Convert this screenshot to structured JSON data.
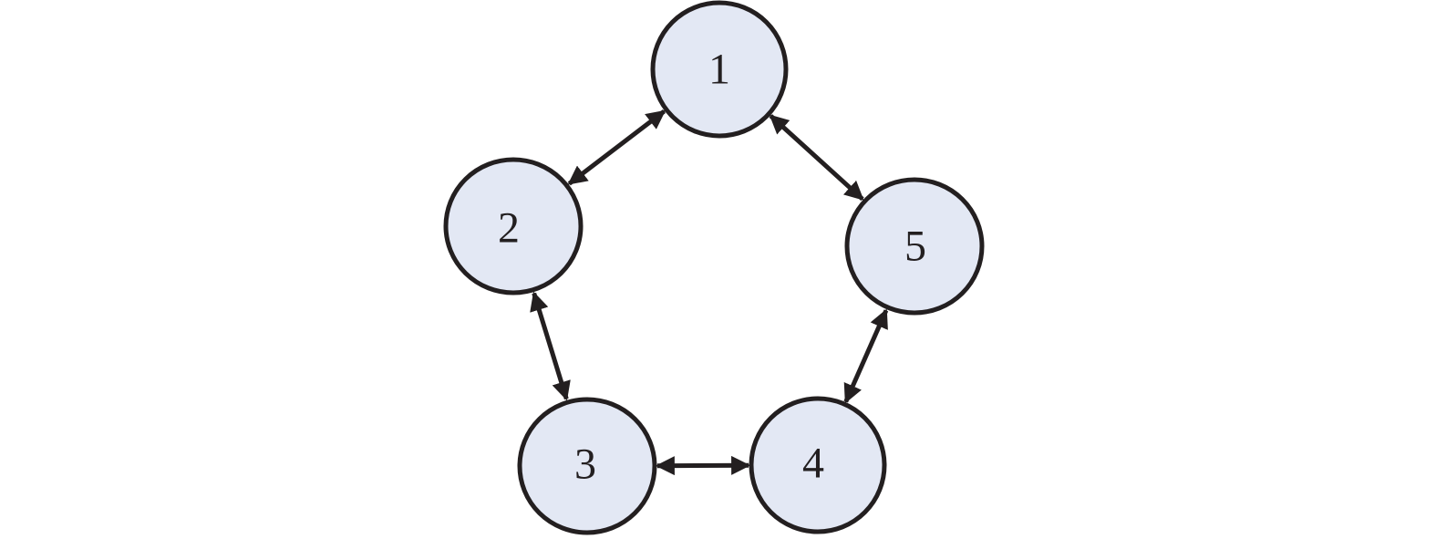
{
  "diagram": {
    "type": "directed-ring",
    "colors": {
      "node_fill": "#e3e8f4",
      "stroke": "#231f20"
    },
    "nodes": [
      {
        "id": "n1",
        "label": "1"
      },
      {
        "id": "n2",
        "label": "2"
      },
      {
        "id": "n3",
        "label": "3"
      },
      {
        "id": "n4",
        "label": "4"
      },
      {
        "id": "n5",
        "label": "5"
      }
    ],
    "edges": [
      {
        "from": "n1",
        "to": "n2",
        "direction": "bidirectional"
      },
      {
        "from": "n2",
        "to": "n3",
        "direction": "bidirectional"
      },
      {
        "from": "n3",
        "to": "n4",
        "direction": "bidirectional"
      },
      {
        "from": "n4",
        "to": "n5",
        "direction": "bidirectional"
      },
      {
        "from": "n5",
        "to": "n1",
        "direction": "bidirectional"
      }
    ]
  }
}
